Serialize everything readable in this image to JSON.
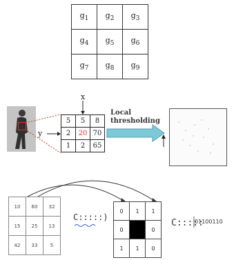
{
  "neighborhood": {
    "rows": [
      [
        {
          "base": "g",
          "sub": "1"
        },
        {
          "base": "g",
          "sub": "2"
        },
        {
          "base": "g",
          "sub": "3"
        }
      ],
      [
        {
          "base": "g",
          "sub": "4"
        },
        {
          "base": "g",
          "sub": "5"
        },
        {
          "base": "g",
          "sub": "6"
        }
      ],
      [
        {
          "base": "g",
          "sub": "7"
        },
        {
          "base": "g",
          "sub": "8"
        },
        {
          "base": "g",
          "sub": "9"
        }
      ]
    ]
  },
  "pixel_grid": {
    "rows": [
      [
        "5",
        "5",
        "8"
      ],
      [
        "2",
        "20",
        "70"
      ],
      [
        "1",
        "2",
        "65"
      ]
    ],
    "highlight_color": "#d43a2a"
  },
  "axis": {
    "x_label": "x",
    "y_label": "y"
  },
  "threshold": {
    "line1": "Local",
    "line2": "thresholding",
    "arrow_color": "#7ec8d8"
  },
  "number_grid": {
    "rows": [
      [
        "10",
        "60",
        "32"
      ],
      [
        "15",
        "25",
        "13"
      ],
      [
        "42",
        "33",
        "5"
      ]
    ]
  },
  "binary_grid": {
    "rows": [
      [
        "0",
        "1",
        "1"
      ],
      [
        "0",
        "",
        "0"
      ],
      [
        "1",
        "1",
        "0"
      ]
    ]
  },
  "ellipsis_1": "C:::::)",
  "ellipsis_2": "C:::::",
  "binary_code": "01100110",
  "colors": {
    "line_red": "#d43a2a",
    "wavy_blue": "#3366cc"
  }
}
